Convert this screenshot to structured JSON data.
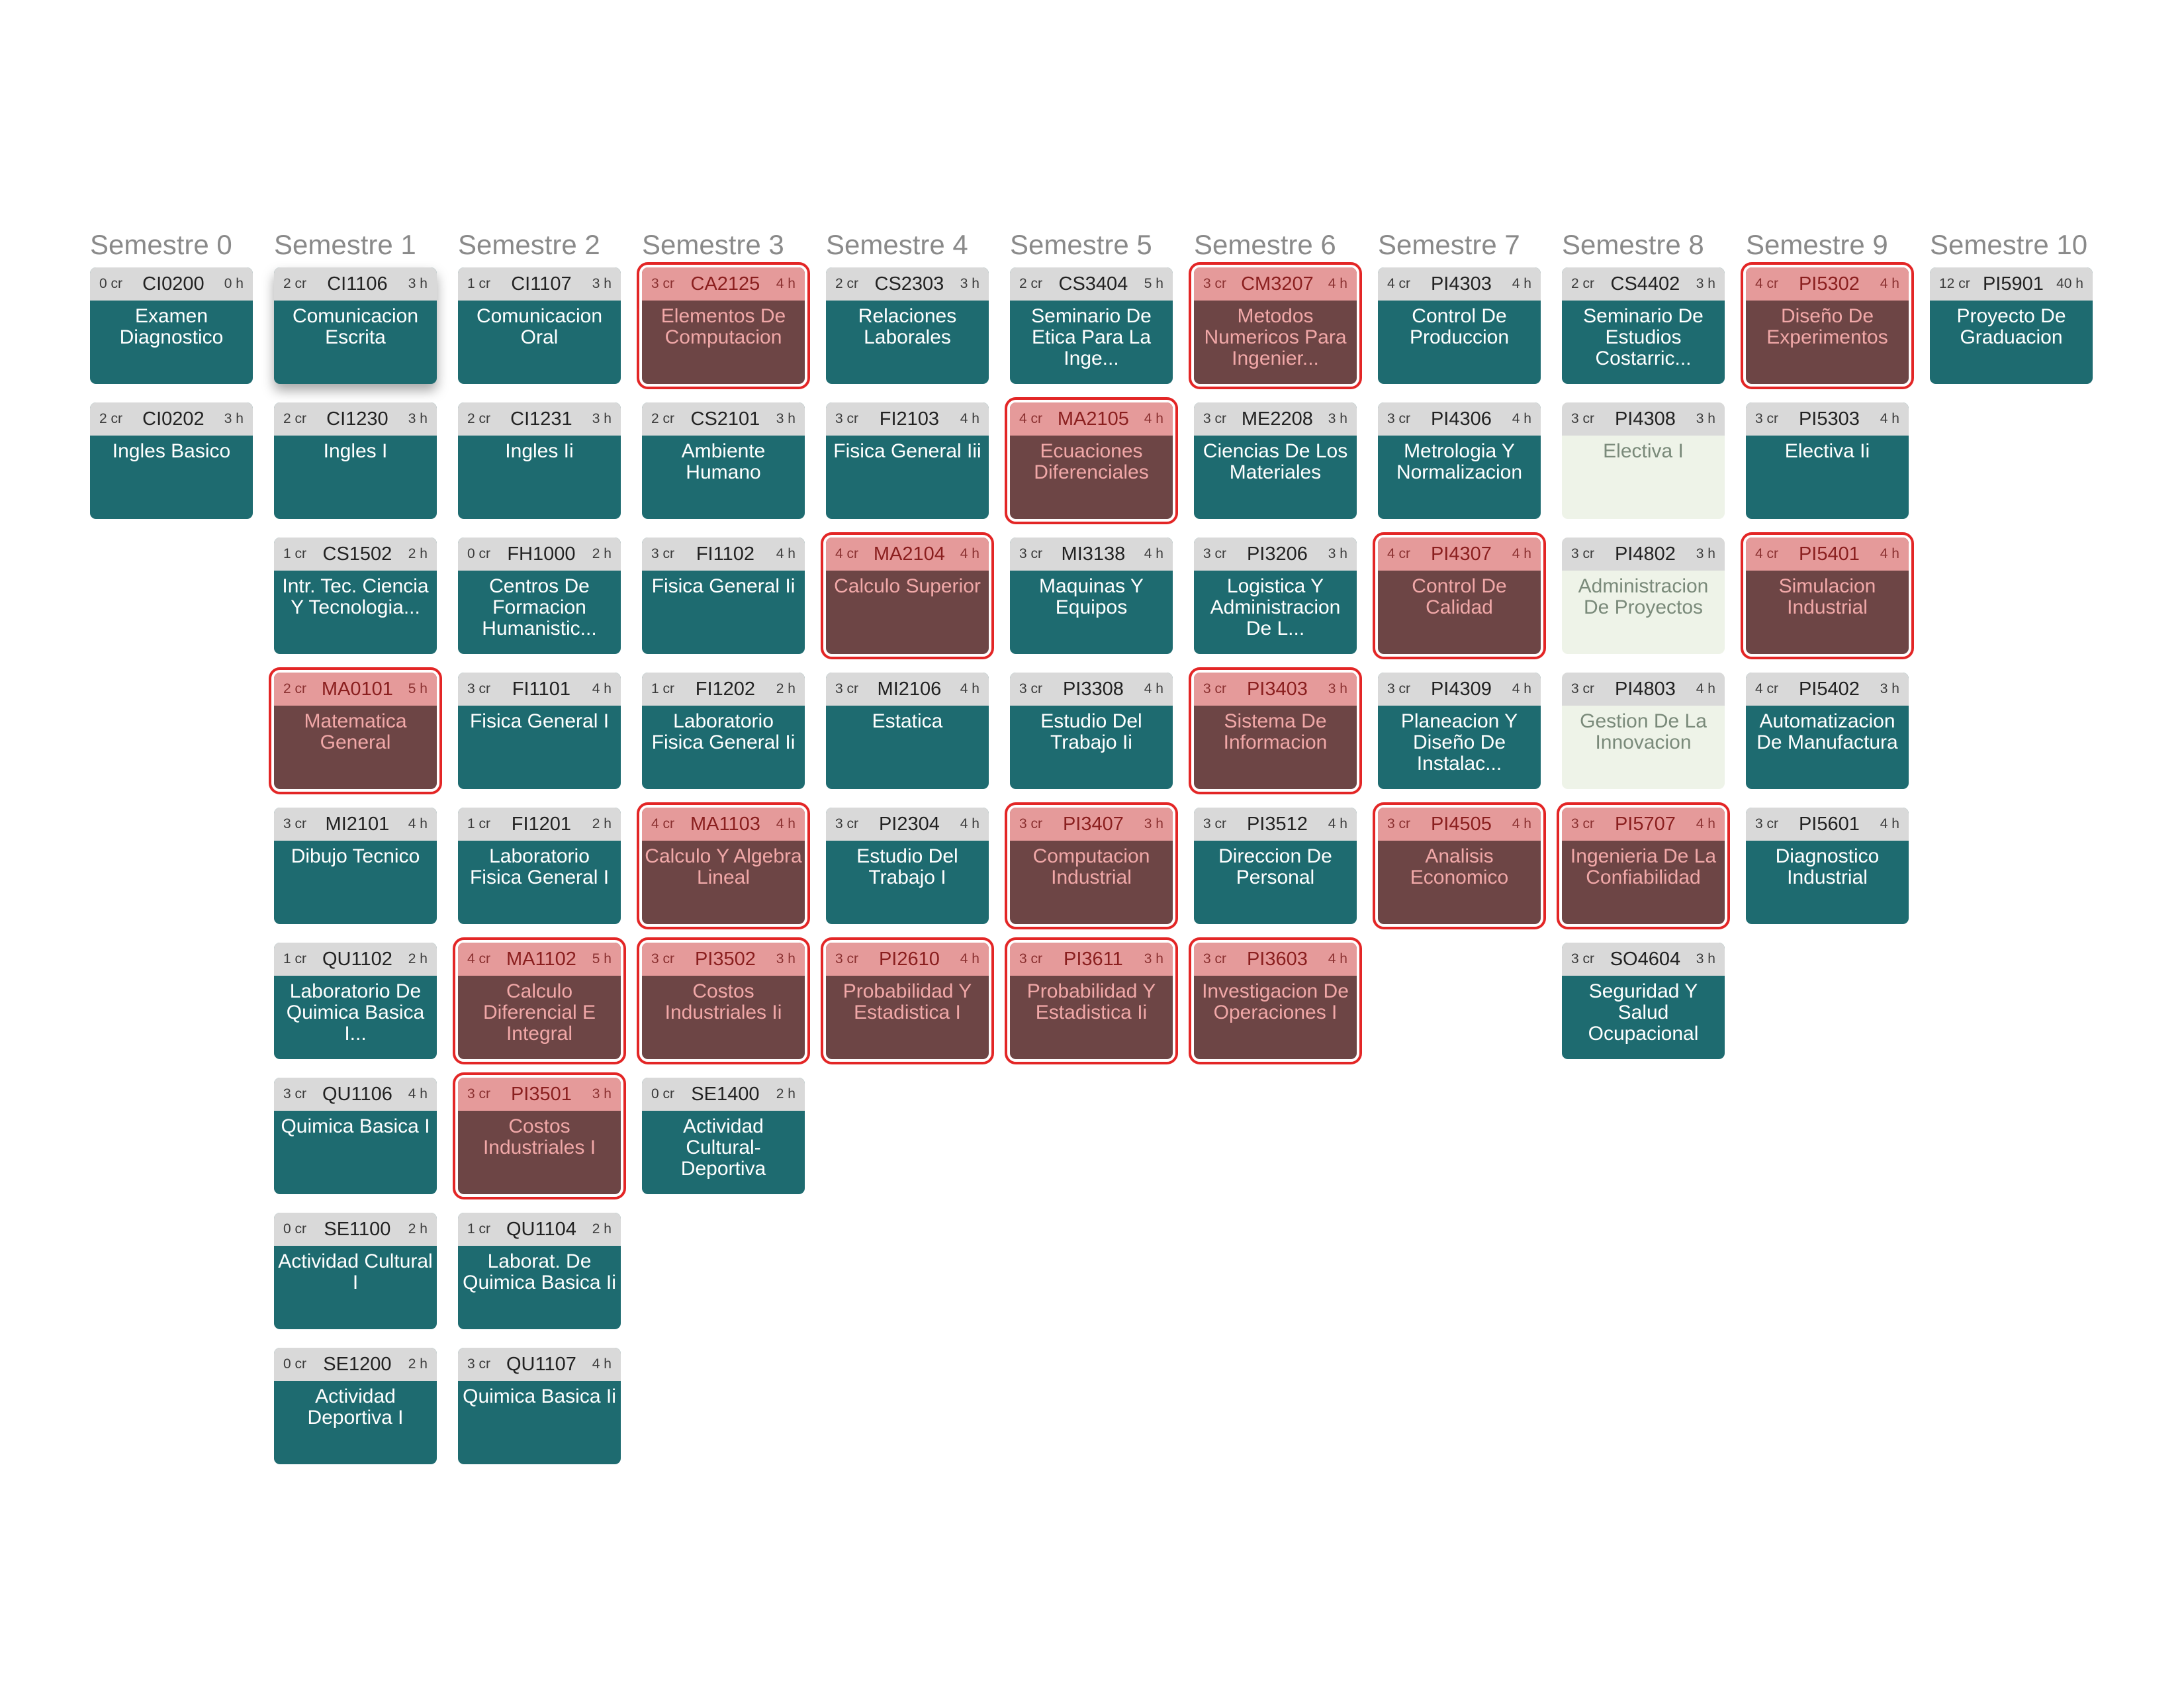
{
  "plan": {
    "semesters": [
      {
        "title": "Semestre 0",
        "courses": [
          {
            "cr": "0 cr",
            "code": "CI0200",
            "hr": "0 h",
            "name": "Examen Diagnostico",
            "status": "normal"
          },
          {
            "cr": "2 cr",
            "code": "CI0202",
            "hr": "3 h",
            "name": "Ingles Basico",
            "status": "normal"
          }
        ]
      },
      {
        "title": "Semestre 1",
        "courses": [
          {
            "cr": "2 cr",
            "code": "CI1106",
            "hr": "3 h",
            "name": "Comunicacion Escrita",
            "status": "normal",
            "shadow": true
          },
          {
            "cr": "2 cr",
            "code": "CI1230",
            "hr": "3 h",
            "name": "Ingles I",
            "status": "normal"
          },
          {
            "cr": "1 cr",
            "code": "CS1502",
            "hr": "2 h",
            "name": "Intr. Tec. Ciencia Y Tecnologia...",
            "status": "normal"
          },
          {
            "cr": "2 cr",
            "code": "MA0101",
            "hr": "5 h",
            "name": "Matematica General",
            "status": "failed"
          },
          {
            "cr": "3 cr",
            "code": "MI2101",
            "hr": "4 h",
            "name": "Dibujo Tecnico",
            "status": "normal"
          },
          {
            "cr": "1 cr",
            "code": "QU1102",
            "hr": "2 h",
            "name": "Laboratorio De Quimica Basica I...",
            "status": "normal"
          },
          {
            "cr": "3 cr",
            "code": "QU1106",
            "hr": "4 h",
            "name": "Quimica Basica I",
            "status": "normal"
          },
          {
            "cr": "0 cr",
            "code": "SE1100",
            "hr": "2 h",
            "name": "Actividad Cultural I",
            "status": "normal"
          },
          {
            "cr": "0 cr",
            "code": "SE1200",
            "hr": "2 h",
            "name": "Actividad Deportiva I",
            "status": "normal"
          }
        ]
      },
      {
        "title": "Semestre 2",
        "courses": [
          {
            "cr": "1 cr",
            "code": "CI1107",
            "hr": "3 h",
            "name": "Comunicacion Oral",
            "status": "normal"
          },
          {
            "cr": "2 cr",
            "code": "CI1231",
            "hr": "3 h",
            "name": "Ingles Ii",
            "status": "normal"
          },
          {
            "cr": "0 cr",
            "code": "FH1000",
            "hr": "2 h",
            "name": "Centros De Formacion Humanistic...",
            "status": "normal"
          },
          {
            "cr": "3 cr",
            "code": "FI1101",
            "hr": "4 h",
            "name": "Fisica General I",
            "status": "normal"
          },
          {
            "cr": "1 cr",
            "code": "FI1201",
            "hr": "2 h",
            "name": "Laboratorio Fisica General I",
            "status": "normal"
          },
          {
            "cr": "4 cr",
            "code": "MA1102",
            "hr": "5 h",
            "name": "Calculo Diferencial E Integral",
            "status": "failed"
          },
          {
            "cr": "3 cr",
            "code": "PI3501",
            "hr": "3 h",
            "name": "Costos Industriales I",
            "status": "failed"
          },
          {
            "cr": "1 cr",
            "code": "QU1104",
            "hr": "2 h",
            "name": "Laborat. De Quimica Basica Ii",
            "status": "normal"
          },
          {
            "cr": "3 cr",
            "code": "QU1107",
            "hr": "4 h",
            "name": "Quimica Basica Ii",
            "status": "normal"
          }
        ]
      },
      {
        "title": "Semestre 3",
        "courses": [
          {
            "cr": "3 cr",
            "code": "CA2125",
            "hr": "4 h",
            "name": "Elementos De Computacion",
            "status": "failed"
          },
          {
            "cr": "2 cr",
            "code": "CS2101",
            "hr": "3 h",
            "name": "Ambiente Humano",
            "status": "normal"
          },
          {
            "cr": "3 cr",
            "code": "FI1102",
            "hr": "4 h",
            "name": "Fisica General Ii",
            "status": "normal"
          },
          {
            "cr": "1 cr",
            "code": "FI1202",
            "hr": "2 h",
            "name": "Laboratorio Fisica General Ii",
            "status": "normal"
          },
          {
            "cr": "4 cr",
            "code": "MA1103",
            "hr": "4 h",
            "name": "Calculo Y Algebra Lineal",
            "status": "failed"
          },
          {
            "cr": "3 cr",
            "code": "PI3502",
            "hr": "3 h",
            "name": "Costos Industriales Ii",
            "status": "failed"
          },
          {
            "cr": "0 cr",
            "code": "SE1400",
            "hr": "2 h",
            "name": "Actividad Cultural-Deportiva",
            "status": "normal"
          }
        ]
      },
      {
        "title": "Semestre 4",
        "courses": [
          {
            "cr": "2 cr",
            "code": "CS2303",
            "hr": "3 h",
            "name": "Relaciones Laborales",
            "status": "normal"
          },
          {
            "cr": "3 cr",
            "code": "FI2103",
            "hr": "4 h",
            "name": "Fisica General Iii",
            "status": "normal"
          },
          {
            "cr": "4 cr",
            "code": "MA2104",
            "hr": "4 h",
            "name": "Calculo Superior",
            "status": "failed"
          },
          {
            "cr": "3 cr",
            "code": "MI2106",
            "hr": "4 h",
            "name": "Estatica",
            "status": "normal"
          },
          {
            "cr": "3 cr",
            "code": "PI2304",
            "hr": "4 h",
            "name": "Estudio Del Trabajo I",
            "status": "normal"
          },
          {
            "cr": "3 cr",
            "code": "PI2610",
            "hr": "4 h",
            "name": "Probabilidad Y Estadistica I",
            "status": "failed"
          }
        ]
      },
      {
        "title": "Semestre 5",
        "courses": [
          {
            "cr": "2 cr",
            "code": "CS3404",
            "hr": "5 h",
            "name": "Seminario De Etica Para La Inge...",
            "status": "normal"
          },
          {
            "cr": "4 cr",
            "code": "MA2105",
            "hr": "4 h",
            "name": "Ecuaciones Diferenciales",
            "status": "failed"
          },
          {
            "cr": "3 cr",
            "code": "MI3138",
            "hr": "4 h",
            "name": "Maquinas Y Equipos",
            "status": "normal"
          },
          {
            "cr": "3 cr",
            "code": "PI3308",
            "hr": "4 h",
            "name": "Estudio Del Trabajo Ii",
            "status": "normal"
          },
          {
            "cr": "3 cr",
            "code": "PI3407",
            "hr": "3 h",
            "name": "Computacion Industrial",
            "status": "failed"
          },
          {
            "cr": "3 cr",
            "code": "PI3611",
            "hr": "3 h",
            "name": "Probabilidad Y Estadistica Ii",
            "status": "failed"
          }
        ]
      },
      {
        "title": "Semestre 6",
        "courses": [
          {
            "cr": "3 cr",
            "code": "CM3207",
            "hr": "4 h",
            "name": "Metodos Numericos Para Ingenier...",
            "status": "failed"
          },
          {
            "cr": "3 cr",
            "code": "ME2208",
            "hr": "3 h",
            "name": "Ciencias De Los Materiales",
            "status": "normal"
          },
          {
            "cr": "3 cr",
            "code": "PI3206",
            "hr": "3 h",
            "name": "Logistica Y Administracion De L...",
            "status": "normal"
          },
          {
            "cr": "3 cr",
            "code": "PI3403",
            "hr": "3 h",
            "name": "Sistema De Informacion",
            "status": "failed"
          },
          {
            "cr": "3 cr",
            "code": "PI3512",
            "hr": "4 h",
            "name": "Direccion De Personal",
            "status": "normal"
          },
          {
            "cr": "3 cr",
            "code": "PI3603",
            "hr": "4 h",
            "name": "Investigacion De Operaciones I",
            "status": "failed"
          }
        ]
      },
      {
        "title": "Semestre 7",
        "courses": [
          {
            "cr": "4 cr",
            "code": "PI4303",
            "hr": "4 h",
            "name": "Control De Produccion",
            "status": "normal"
          },
          {
            "cr": "3 cr",
            "code": "PI4306",
            "hr": "4 h",
            "name": "Metrologia Y Normalizacion",
            "status": "normal"
          },
          {
            "cr": "4 cr",
            "code": "PI4307",
            "hr": "4 h",
            "name": "Control De Calidad",
            "status": "failed"
          },
          {
            "cr": "3 cr",
            "code": "PI4309",
            "hr": "4 h",
            "name": "Planeacion Y Diseño De Instalac...",
            "status": "normal"
          },
          {
            "cr": "3 cr",
            "code": "PI4505",
            "hr": "4 h",
            "name": "Analisis Economico",
            "status": "failed"
          }
        ]
      },
      {
        "title": "Semestre 8",
        "courses": [
          {
            "cr": "2 cr",
            "code": "CS4402",
            "hr": "3 h",
            "name": "Seminario De Estudios Costarric...",
            "status": "normal"
          },
          {
            "cr": "3 cr",
            "code": "PI4308",
            "hr": "3 h",
            "name": "Electiva I",
            "status": "light"
          },
          {
            "cr": "3 cr",
            "code": "PI4802",
            "hr": "3 h",
            "name": "Administracion De Proyectos",
            "status": "light"
          },
          {
            "cr": "3 cr",
            "code": "PI4803",
            "hr": "4 h",
            "name": "Gestion De La Innovacion",
            "status": "light"
          },
          {
            "cr": "3 cr",
            "code": "PI5707",
            "hr": "4 h",
            "name": "Ingenieria De La Confiabilidad",
            "status": "failed"
          },
          {
            "cr": "3 cr",
            "code": "SO4604",
            "hr": "3 h",
            "name": "Seguridad Y Salud Ocupacional",
            "status": "normal"
          }
        ]
      },
      {
        "title": "Semestre 9",
        "courses": [
          {
            "cr": "4 cr",
            "code": "PI5302",
            "hr": "4 h",
            "name": "Diseño De Experimentos",
            "status": "failed"
          },
          {
            "cr": "3 cr",
            "code": "PI5303",
            "hr": "4 h",
            "name": "Electiva Ii",
            "status": "normal"
          },
          {
            "cr": "4 cr",
            "code": "PI5401",
            "hr": "4 h",
            "name": "Simulacion Industrial",
            "status": "failed"
          },
          {
            "cr": "4 cr",
            "code": "PI5402",
            "hr": "3 h",
            "name": "Automatizacion De Manufactura",
            "status": "normal"
          },
          {
            "cr": "3 cr",
            "code": "PI5601",
            "hr": "4 h",
            "name": "Diagnostico Industrial",
            "status": "normal"
          }
        ]
      },
      {
        "title": "Semestre 10",
        "courses": [
          {
            "cr": "12 cr",
            "code": "PI5901",
            "hr": "40 h",
            "name": "Proyecto De Graduacion",
            "status": "normal"
          }
        ]
      }
    ]
  }
}
